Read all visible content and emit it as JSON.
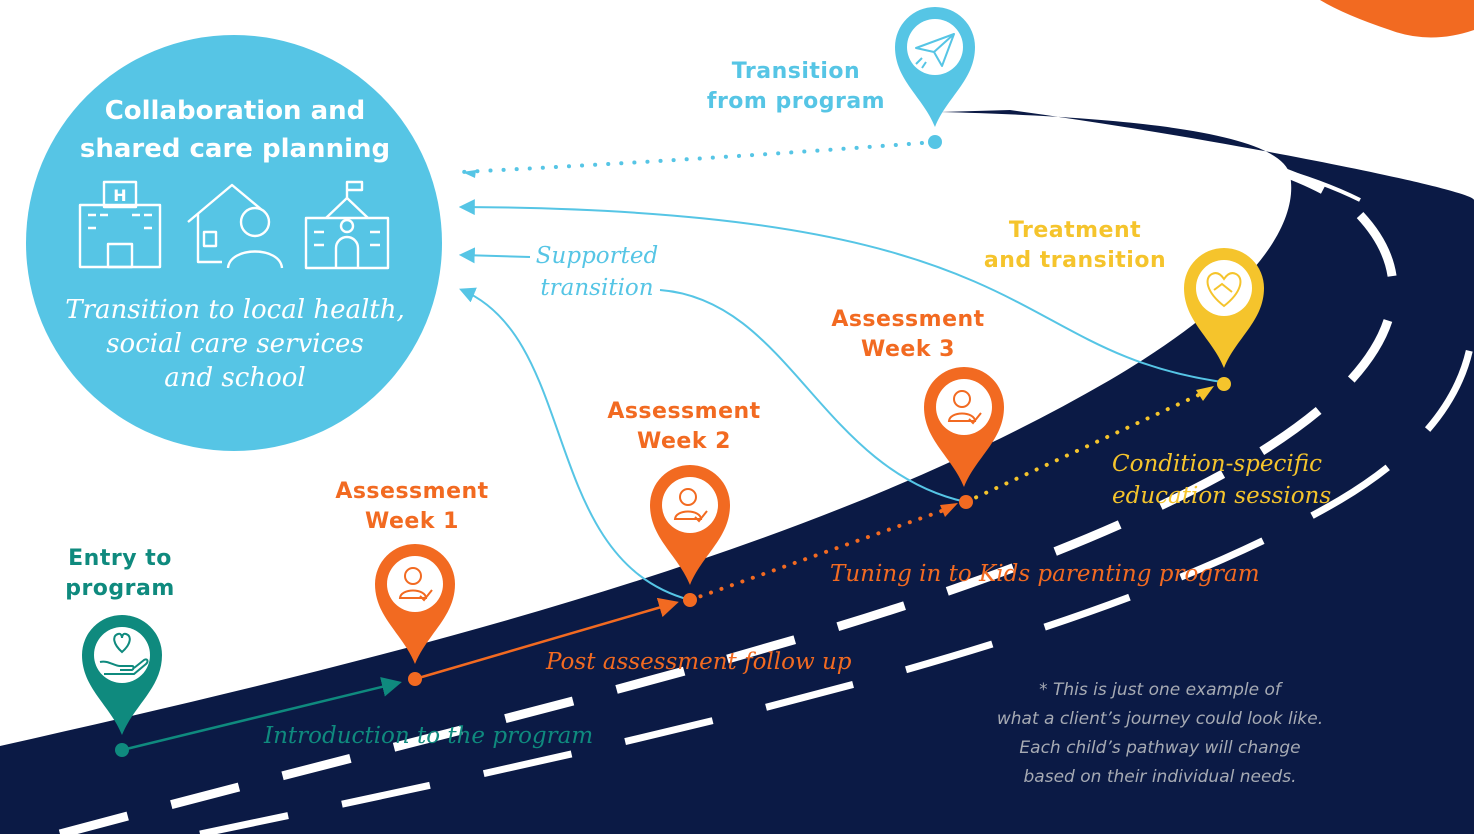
{
  "hub": {
    "title_lines": [
      "Collaboration and",
      "shared care planning"
    ],
    "subtitle_lines": [
      "Transition to local health,",
      "social care services",
      "and school"
    ],
    "icons": [
      "hospital-icon",
      "home-support-person-icon",
      "school-icon"
    ]
  },
  "stages": {
    "entry": {
      "lines": [
        "Entry to",
        "program"
      ],
      "icon": "heart-hand-icon",
      "color": "#0f8a7e"
    },
    "week1": {
      "lines": [
        "Assessment",
        "Week 1"
      ],
      "icon": "clinician-icon",
      "color": "#f26a21"
    },
    "week2": {
      "lines": [
        "Assessment",
        "Week 2"
      ],
      "icon": "clinician-icon",
      "color": "#f26a21"
    },
    "week3": {
      "lines": [
        "Assessment",
        "Week 3"
      ],
      "icon": "clinician-icon",
      "color": "#f26a21"
    },
    "treatment": {
      "lines": [
        "Treatment",
        "and transition"
      ],
      "icon": "handshake-heart-icon",
      "color": "#f5c42c"
    },
    "transition": {
      "lines": [
        "Transition",
        "from program"
      ],
      "icon": "paper-plane-icon",
      "color": "#56c5e5"
    }
  },
  "segments": {
    "introduction": "Introduction to the program",
    "post_assessment": "Post assessment follow up",
    "tuning_in": "Tuning in to Kids parenting program",
    "condition_lines": [
      "Condition-specific",
      "education sessions"
    ],
    "supported_lines": [
      "Supported",
      "transition"
    ]
  },
  "note_lines": [
    "* This is just one example of",
    "what a client’s journey could look like.",
    "Each child’s pathway will change",
    "based on their individual needs."
  ],
  "colors": {
    "road": "#0b1a45",
    "road_markings": "#ffffff",
    "teal": "#0f8a7e",
    "orange": "#f26a21",
    "sky_blue": "#56c5e5",
    "gold": "#f5c42c",
    "note_grey": "#a6aab3"
  }
}
